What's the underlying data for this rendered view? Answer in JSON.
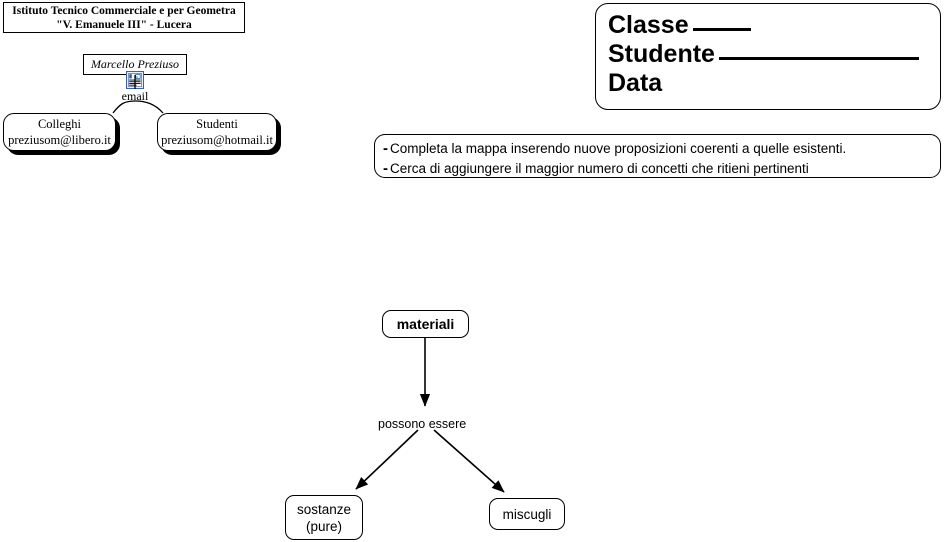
{
  "school_header": {
    "line1": "Istituto Tecnico Commerciale e per Geometra",
    "line2": "\"V. Emanuele III\" - Lucera"
  },
  "author_map": {
    "author_name": "Marcello Preziuso",
    "icon": "document-note-icon",
    "edge_label": "email",
    "nodes": [
      {
        "name": "colleghi",
        "line1": "Colleghi",
        "line2": "preziusom@libero.it"
      },
      {
        "name": "studenti",
        "line1": "Studenti",
        "line2": "preziusom@hotmail.it"
      }
    ]
  },
  "classe_box": {
    "label_classe": "Classe",
    "label_studente": "Studente",
    "label_data": "Data"
  },
  "instructions": {
    "bullet": "-",
    "line1": "Completa la mappa inserendo nuove proposizioni coerenti a quelle esistenti.",
    "line2": "Cerca di aggiungere il maggior numero di concetti che ritieni pertinenti"
  },
  "concept_map": {
    "root": "materiali",
    "edge_label": "possono essere",
    "child_left_line1": "sostanze",
    "child_left_line2": "(pure)",
    "child_right": "miscugli"
  },
  "colors": {
    "ink": "#000000",
    "background": "#ffffff",
    "icon_border": "#3b5fa8",
    "icon_accent": "#2d62b0"
  }
}
